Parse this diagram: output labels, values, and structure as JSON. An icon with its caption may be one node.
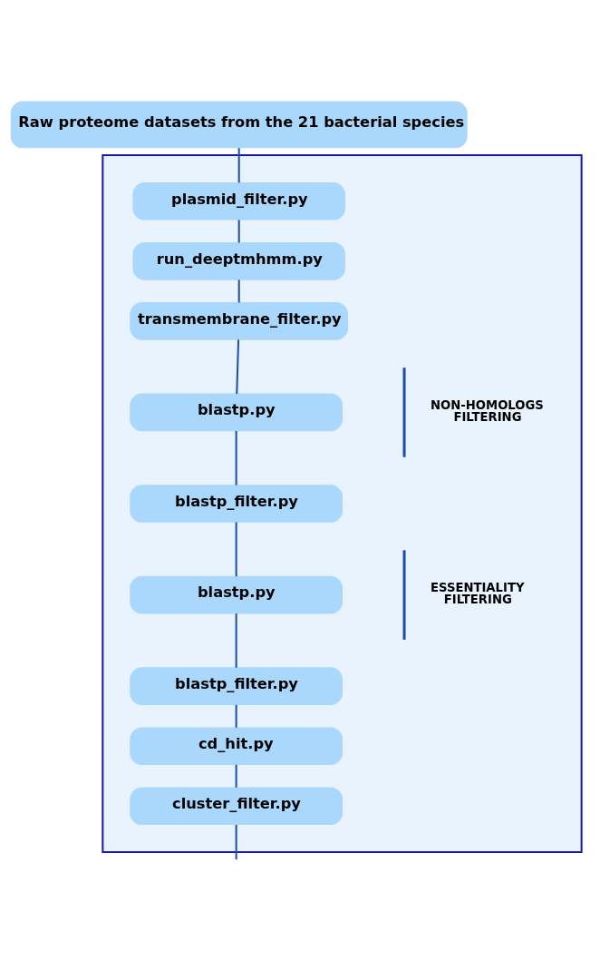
{
  "diagram": {
    "nodes": [
      {
        "text": [
          "Raw proteome datasets from the 21 bacterial species"
        ]
      },
      {
        "text": [],
        "shape": "box"
      },
      {
        "text": [
          "plasmid_filter.py"
        ],
        "in": 1
      },
      {
        "text": [
          "run_deeptmhmm.py"
        ],
        "in": 1
      },
      {
        "text": [
          "transmembrane_filter.py"
        ],
        "in": 1
      },
      {
        "text": [
          "blastp.py"
        ],
        "in": 1
      },
      {
        "text": [
          "blastp_filter.py"
        ],
        "in": 1
      },
      {
        "text": [
          "blastp.py"
        ],
        "in": 1
      },
      {
        "text": [
          "blastp_filter.py"
        ],
        "in": 1
      },
      {
        "text": [
          "cd_hit.py"
        ],
        "in": 1
      },
      {
        "text": [
          "cluster_filter.py"
        ],
        "in": 1
      }
    ],
    "edges": [
      {
        "from": 0,
        "to": 2,
        "arrow": "none"
      },
      {
        "from": 2,
        "to": 3,
        "arrow": "none"
      },
      {
        "from": 3,
        "to": 4,
        "arrow": "none"
      },
      {
        "from": 4,
        "to": 5,
        "arrow": "none"
      },
      {
        "from": 5,
        "to": 6,
        "arrow": "none"
      },
      {
        "from": 6,
        "to": 7,
        "arrow": "none"
      },
      {
        "from": 7,
        "to": 8,
        "arrow": "none"
      },
      {
        "from": 8,
        "to": 9,
        "arrow": "none"
      },
      {
        "from": 9,
        "to": 10,
        "arrow": "none"
      },
      {
        "from": 10,
        "to": null,
        "arrow": "none"
      }
    ],
    "labels": [
      "NON-HOMOLOGS FILTERING",
      "ESSENTIALITY FILTERING"
    ]
  }
}
